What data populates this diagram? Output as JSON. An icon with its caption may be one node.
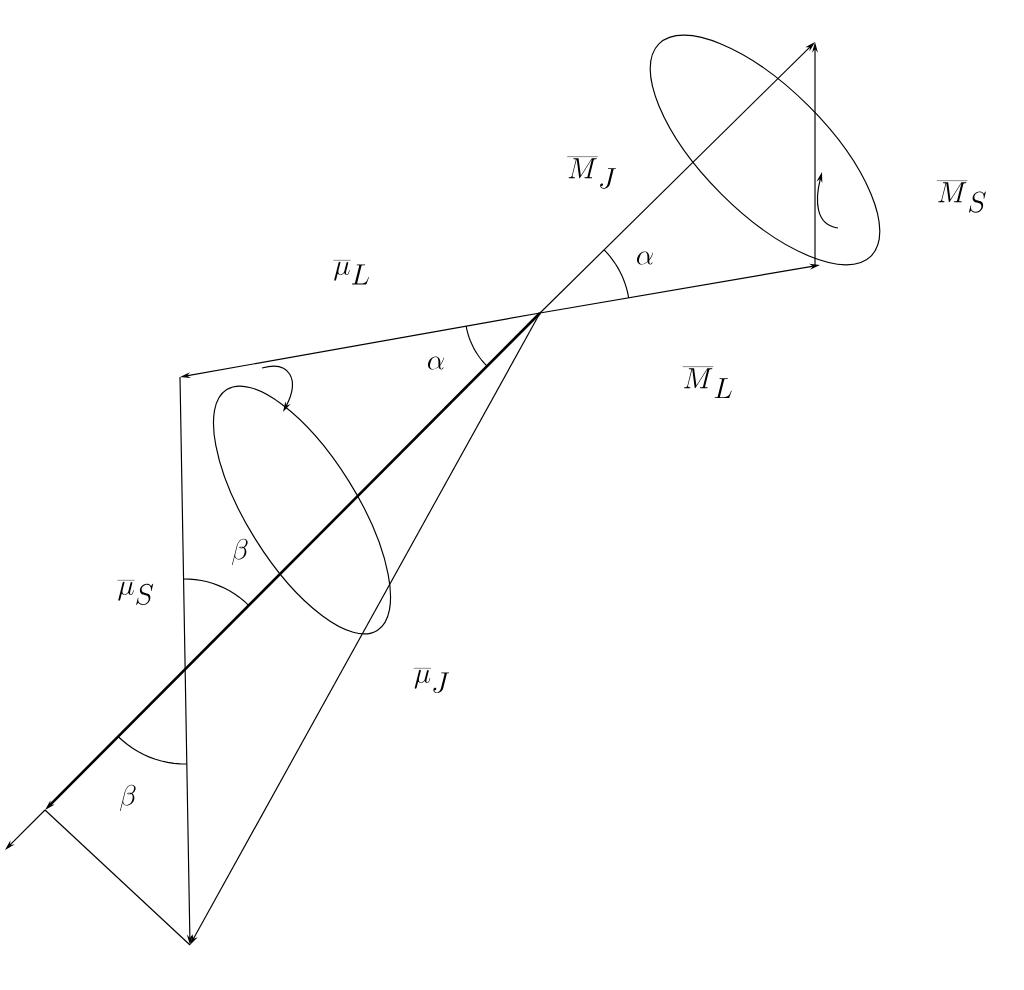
{
  "diagram": {
    "labels": [
      "\\overline{M}_J",
      "\\overline{M}_S",
      "\\overline{\\mu}_L",
      "\\alpha",
      "\\overline{M}_L",
      "\\alpha",
      "\\beta",
      "\\overline{\\mu}_S",
      "\\overline{\\mu}_J",
      "\\beta"
    ]
  }
}
